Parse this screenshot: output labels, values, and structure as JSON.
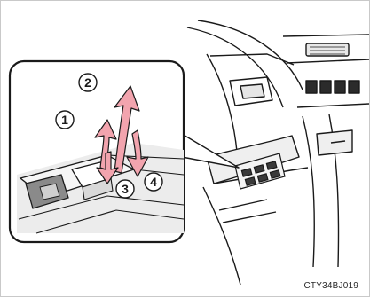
{
  "steps": [
    {
      "number": "1",
      "action": "open-up"
    },
    {
      "number": "2",
      "action": "auto-open-up"
    },
    {
      "number": "3",
      "action": "close-down"
    },
    {
      "number": "4",
      "action": "auto-close-down"
    }
  ],
  "figure_code": "CTY34BJ019",
  "colors": {
    "arrow_fill": "#f2a4ae",
    "line": "#1a1a1a",
    "panel_grey": "#d9d9d9",
    "switch_grey": "#8a8a8a",
    "background": "#ffffff"
  }
}
